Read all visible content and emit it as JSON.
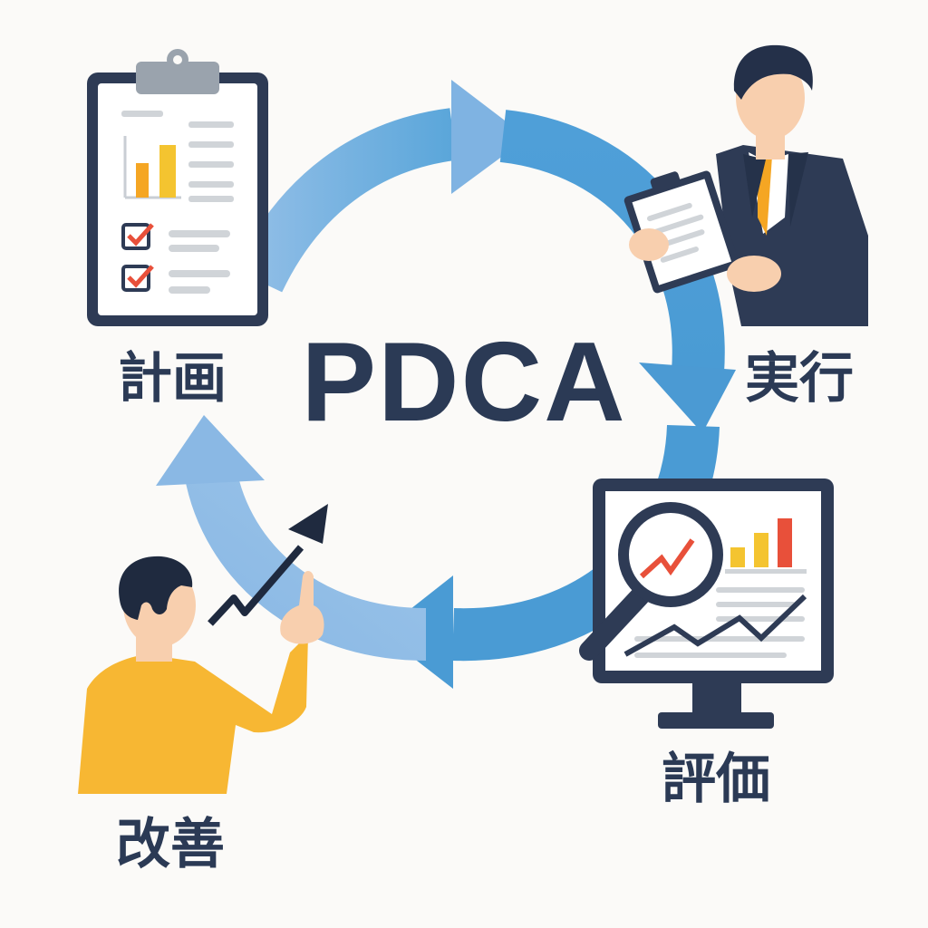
{
  "title": "PDCA",
  "stages": {
    "plan": "計画",
    "do": "実行",
    "check": "評価",
    "act": "改善"
  },
  "colors": {
    "navy": "#2b3a55",
    "arrow_light": "#8fbde6",
    "arrow_dark": "#4a9bd4",
    "bar_yellow": "#f4c430",
    "bar_orange": "#f5a623",
    "bar_red": "#e8503a",
    "skin": "#f8cfae",
    "shirt_yellow": "#f7b733"
  },
  "icons": [
    "clipboard-icon",
    "businessman-icon",
    "monitor-chart-icon",
    "magnifier-icon",
    "pointing-person-icon",
    "rising-arrow-icon"
  ]
}
